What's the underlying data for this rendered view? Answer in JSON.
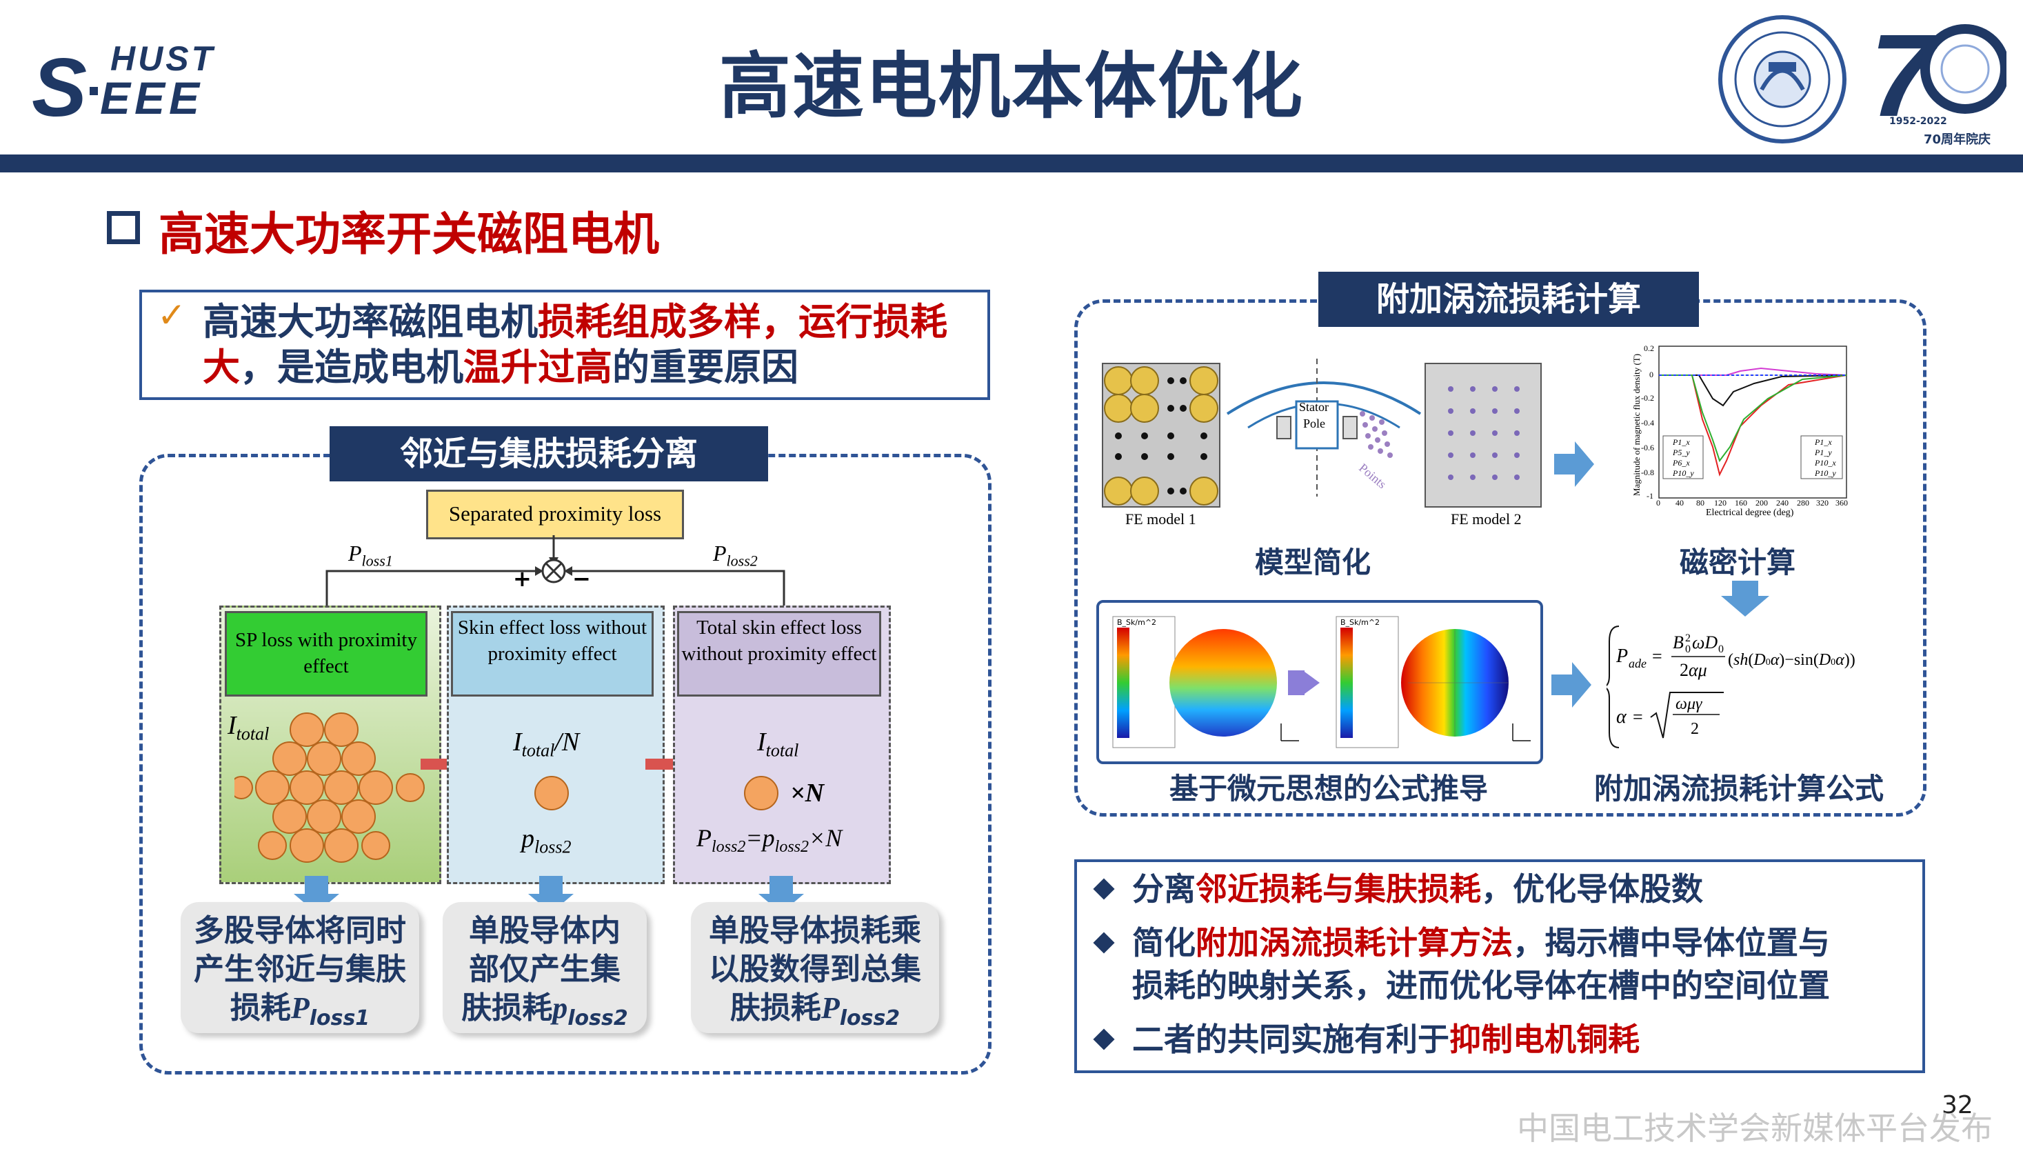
{
  "header": {
    "logo_top": "HUST",
    "logo_bottom": "SEEE",
    "title": "高速电机本体优化",
    "anniversary_years": "1952-2022",
    "anniversary_text": "70周年院庆"
  },
  "section": {
    "title": "高速大功率开关磁阻电机"
  },
  "note": {
    "check": "✓",
    "line1_a": "高速大功率磁阻电机",
    "line1_b": "损耗组成多样，运行损耗",
    "line2_a": "大",
    "line2_b": "，是造成电机",
    "line2_c": "温升过高",
    "line2_d": "的重要原因"
  },
  "left_panel": {
    "tab": "邻近与集肤损耗分离",
    "separated_label": "Separated proximity loss",
    "ploss1": "P",
    "ploss1_sub": "loss1",
    "ploss2": "P",
    "ploss2_sub": "loss2",
    "plus": "+",
    "minus": "−",
    "box1_label": "SP loss with proximity effect",
    "box2_label": "Skin effect loss without proximity effect",
    "box3_label": "Total skin effect loss without proximity effect",
    "box1_var": "I",
    "box1_var_sub": "total",
    "box2_var": "I",
    "box2_var_sub": "total",
    "box2_var_tail": "/N",
    "box2_p": "p",
    "box2_p_sub": "loss2",
    "box3_var": "I",
    "box3_var_sub": "total",
    "box3_times": "×N",
    "box3_eq_a": "P",
    "box3_eq_a_sub": "loss2",
    "box3_eq_b": "=p",
    "box3_eq_b_sub": "loss2",
    "box3_eq_c": "×N",
    "bubble1_text": "多股导体将同时产生邻近与集肤损耗",
    "bubble1_var": "P",
    "bubble1_sub": "loss1",
    "bubble2_text": "单股导体内部仅产生集肤损耗",
    "bubble2_var": "p",
    "bubble2_sub": "loss2",
    "bubble3_text": "单股导体损耗乘以股数得到总集肤损耗",
    "bubble3_var": "P",
    "bubble3_sub": "loss2"
  },
  "right_panel": {
    "tab": "附加涡流损耗计算",
    "fe1": "FE model 1",
    "fe2": "FE model 2",
    "stator": "Stator",
    "pole": "Pole",
    "points": "Points",
    "cap_model": "模型简化",
    "cap_flux": "磁密计算",
    "cap_derive": "基于微元思想的公式推导",
    "cap_formula": "附加涡流损耗计算公式",
    "plot_ylabel": "Magnitude of magnetic flux density (T)",
    "plot_xlabel": "Electrical degree (deg)",
    "plot_yticks": [
      "0.2",
      "0",
      "-0.2",
      "-0.4",
      "-0.6",
      "-0.8",
      "-1"
    ],
    "plot_xticks": [
      "0",
      "40",
      "80",
      "120",
      "160",
      "200",
      "240",
      "280",
      "320",
      "360"
    ],
    "legend_left": [
      "P1_x",
      "P5_y",
      "P6_x",
      "P10_y"
    ],
    "legend_right": [
      "P1_x",
      "P1_y",
      "P10_x",
      "P10_y"
    ],
    "contour_header": "B_Sk/m^2"
  },
  "summary": {
    "item1_a": "分离",
    "item1_b": "邻近损耗与集肤损耗",
    "item1_c": "，优化导体股数",
    "item2_a": "简化",
    "item2_b": "附加涡流损耗计算方法",
    "item2_c": "，揭示槽中导体位置与",
    "item2_d": "损耗的映射关系，进而优化导体在槽中的空间位置",
    "item3_a": "二者的共同实施有利于",
    "item3_b": "抑制电机铜耗"
  },
  "footer": {
    "page_number": "32",
    "watermark": "中国电工技术学会新媒体平台发布"
  }
}
